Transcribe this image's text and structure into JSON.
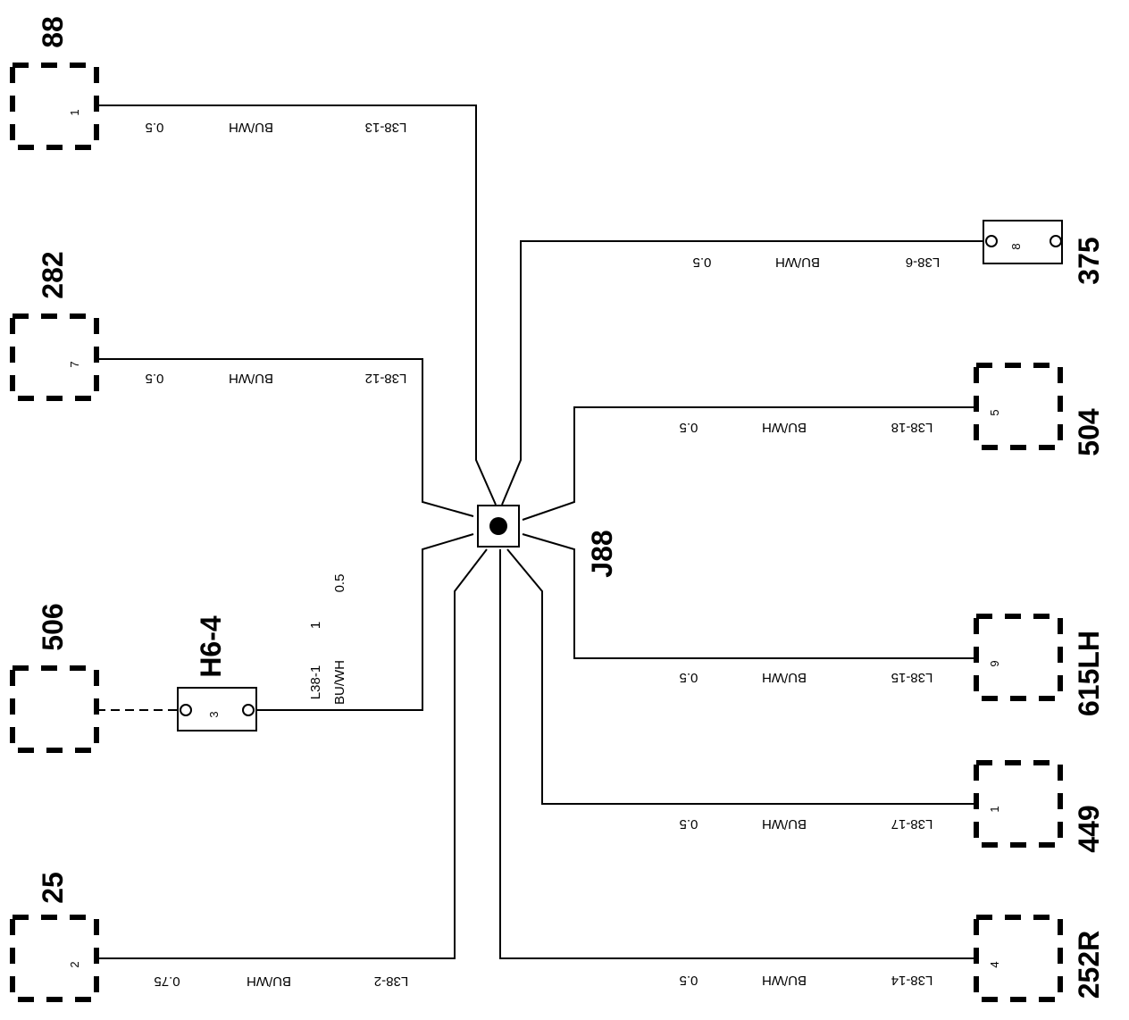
{
  "connectors": {
    "c88": {
      "id": "88",
      "pin": "1"
    },
    "c282": {
      "id": "282",
      "pin": "7"
    },
    "c506": {
      "id": "506"
    },
    "c25": {
      "id": "25",
      "pin": "2"
    },
    "c375": {
      "id": "375",
      "pin": "8"
    },
    "c504": {
      "id": "504",
      "pin": "5"
    },
    "c615": {
      "id": "615LH",
      "pin": "9"
    },
    "c449": {
      "id": "449",
      "pin": "1"
    },
    "c252": {
      "id": "252R",
      "pin": "4"
    },
    "h6": {
      "id": "H6-4",
      "pin": "3"
    }
  },
  "splice": {
    "id": "J88"
  },
  "wires": {
    "w13": {
      "circuit": "L38-13",
      "color": "BU/WH",
      "size": "0.5"
    },
    "w12": {
      "circuit": "L38-12",
      "color": "BU/WH",
      "size": "0.5"
    },
    "w2": {
      "circuit": "L38-2",
      "color": "BU/WH",
      "size": "0.75"
    },
    "w1": {
      "circuit": "L38-1",
      "color": "BU/WH",
      "num": "1",
      "size": "0.5"
    },
    "w6": {
      "circuit": "L38-6",
      "color": "BU/WH",
      "size": "0.5"
    },
    "w18": {
      "circuit": "L38-18",
      "color": "BU/WH",
      "size": "0.5"
    },
    "w15": {
      "circuit": "L38-15",
      "color": "BU/WH",
      "size": "0.5"
    },
    "w17": {
      "circuit": "L38-17",
      "color": "BU/WH",
      "size": "0.5"
    },
    "w14": {
      "circuit": "L38-14",
      "color": "BU/WH",
      "size": "0.5"
    }
  }
}
